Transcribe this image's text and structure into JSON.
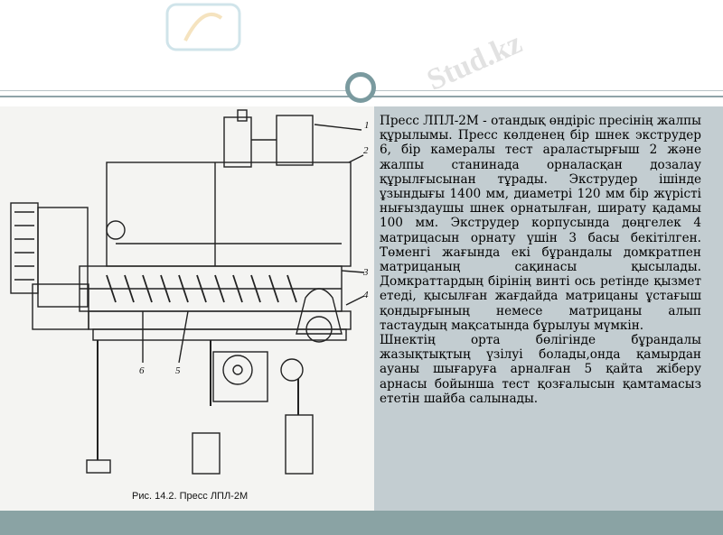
{
  "figure": {
    "caption": "Рис. 14.2. Пресс ЛПЛ-2М",
    "callouts": [
      "1",
      "2",
      "3",
      "4",
      "5",
      "6"
    ]
  },
  "text": {
    "paragraph_1": "Пресс ЛПЛ-2М - отандық өндіріс пресінің жалпы құрылымы. Пресс көлденең бір шнек экструдер 6, бір камералы тест араластырғыш 2 және жалпы станинада орналасқан дозалау құрылғысынан тұрады. Экструдер ішінде ұзындығы 1400 мм, диаметрі 120 мм бір жүрісті нығыздаушы шнек орнатылған, ширату қадамы 100 мм. Экструдер корпусында дөңгелек 4 матрицасын орнату үшін 3 басы бекітілген. Төменгі жағында екі бұрандалы домкратпен матрицаның сақинасы қысылады. Домкраттардың бірінің винті ось ретінде қызмет етеді, қысылған жағдайда матрицаны ұстағыш қондырғының немесе матрицаны алып тастаудың мақсатында бұрылуы мүмкін.",
    "paragraph_2": "Шнектің орта бөлігінде бұрандалы жазықтықтың үзілуі болады,онда қамырдан ауаны шығаруға арналған 5 қайта жіберу арнасы бойынша тест қозғалысын қамтамасыз ететін шайба салынады."
  },
  "watermark": {
    "text": "Stud.kz"
  },
  "colors": {
    "text_panel": "#c3cdd1",
    "bottom_band": "#8aa3a4",
    "circle": "#7a9a9f"
  }
}
